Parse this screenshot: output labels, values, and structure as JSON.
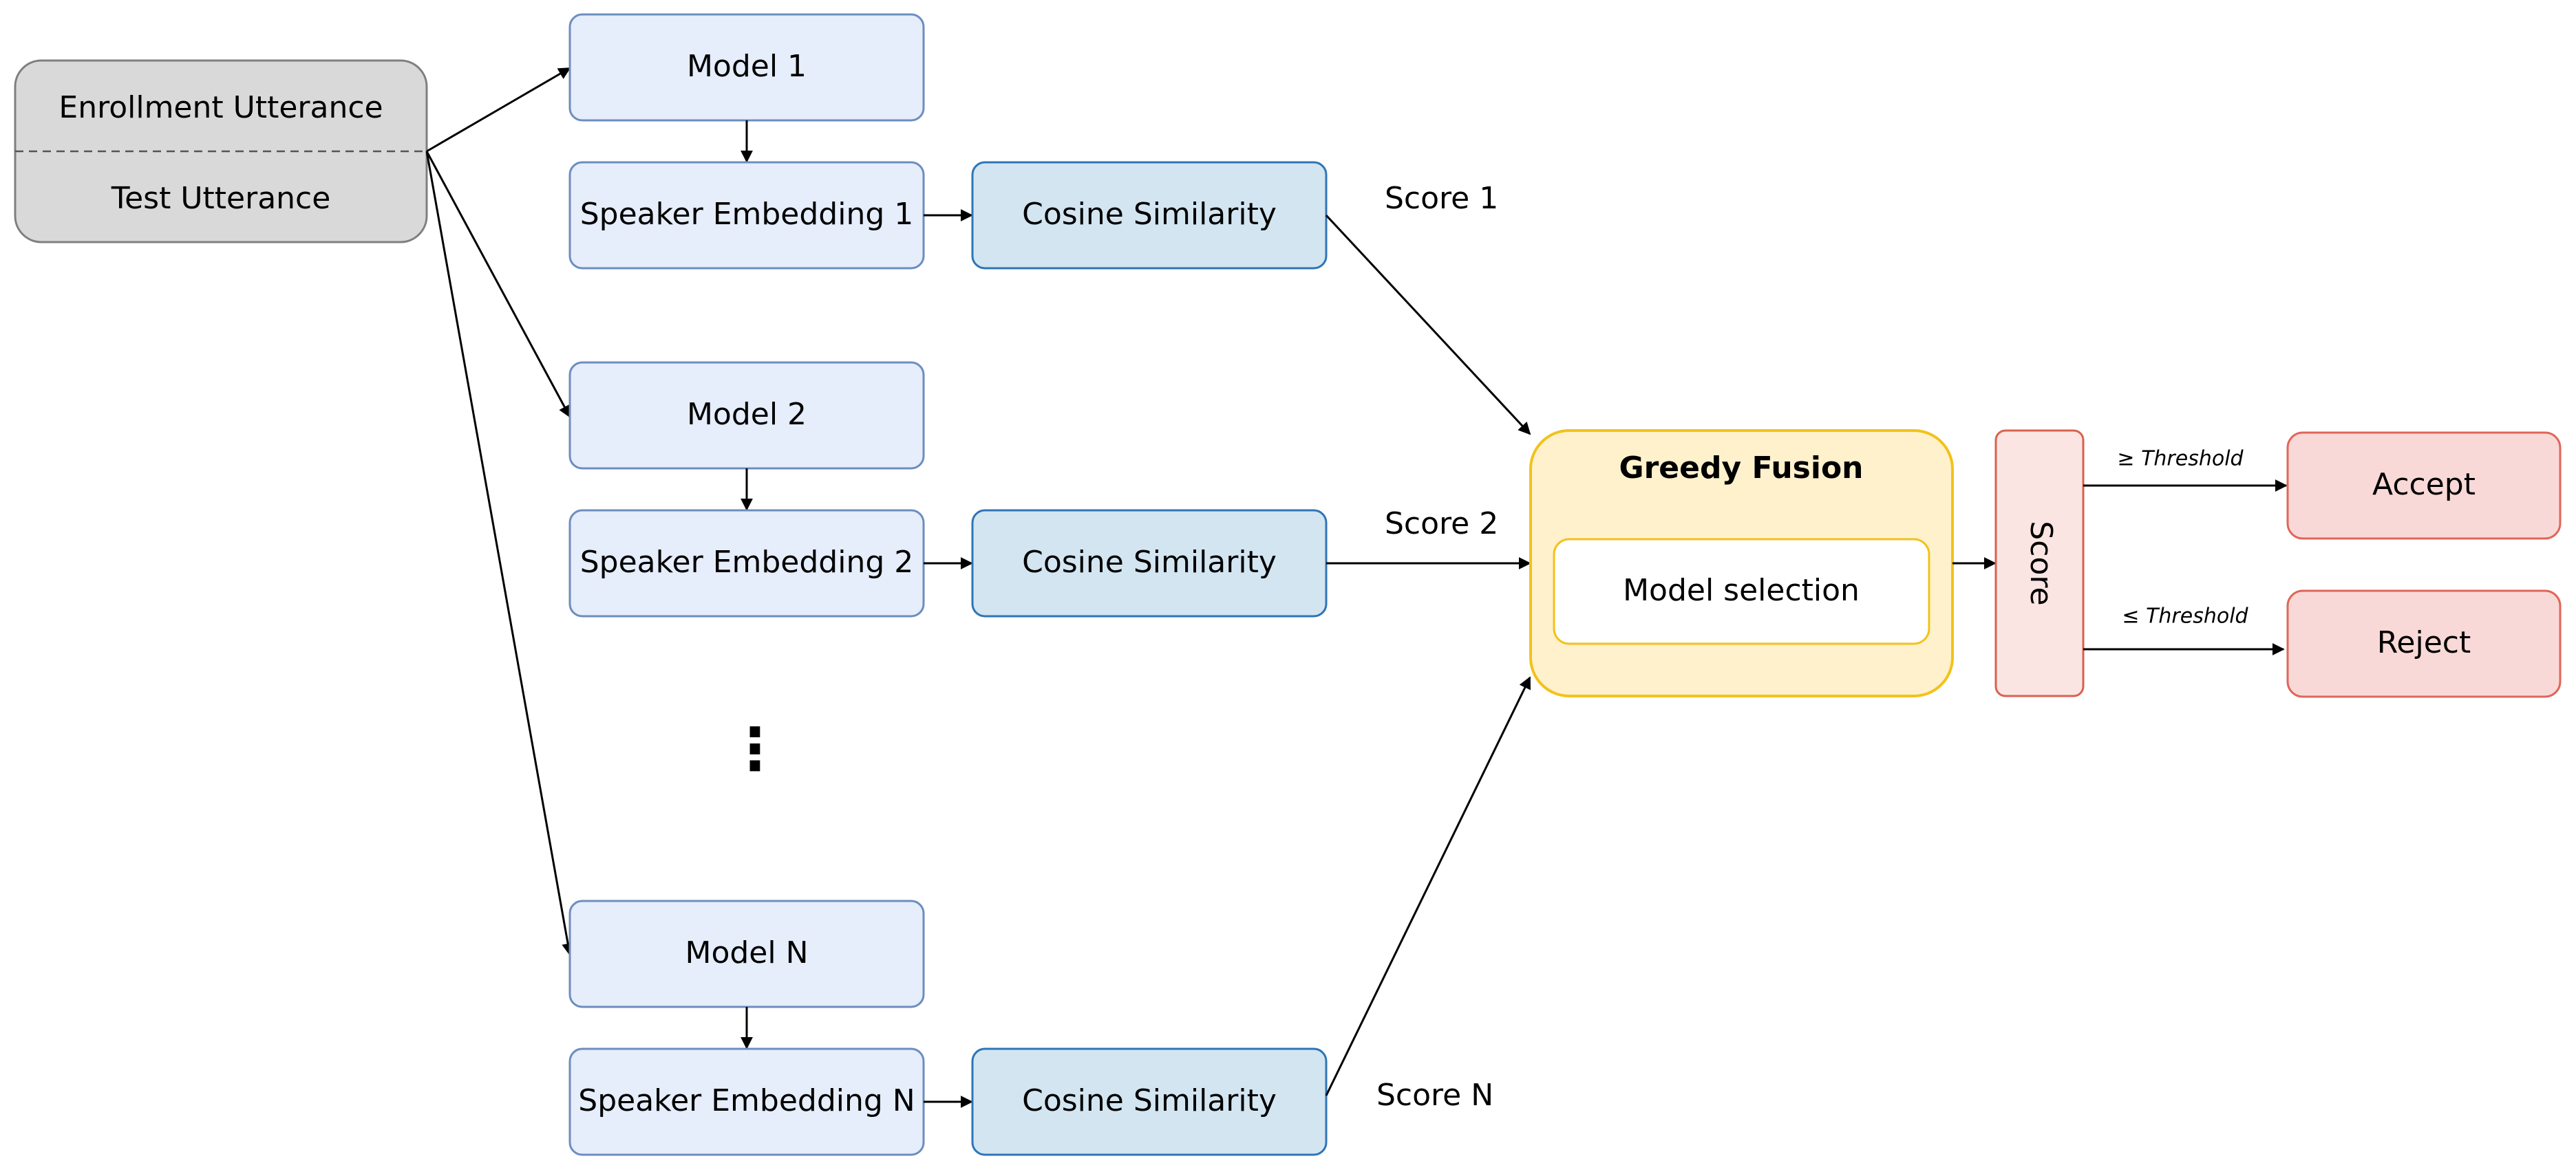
{
  "input": {
    "enrollment": "Enrollment Utterance",
    "test": "Test Utterance"
  },
  "branches": [
    {
      "model": "Model 1",
      "embedding": "Speaker Embedding 1",
      "similarity": "Cosine Similarity",
      "score": "Score 1"
    },
    {
      "model": "Model 2",
      "embedding": "Speaker Embedding 2",
      "similarity": "Cosine Similarity",
      "score": "Score 2"
    },
    {
      "model": "Model N",
      "embedding": "Speaker Embedding N",
      "similarity": "Cosine Similarity",
      "score": "Score N"
    }
  ],
  "ellipsis": "⋮",
  "fusion": {
    "title": "Greedy Fusion",
    "inner": "Model selection"
  },
  "score_box": "Score",
  "thresholds": {
    "above": "≥ Threshold",
    "below": "≤ Threshold"
  },
  "outcomes": {
    "accept": "Accept",
    "reject": "Reject"
  },
  "colors": {
    "input_fill": "#d9d9d9",
    "input_stroke": "#7f7f7f",
    "model_fill": "#e6edfb",
    "model_stroke": "#6c8ebf",
    "cosine_fill": "#d3e5f1",
    "cosine_stroke": "#2e75b6",
    "fusion_fill": "#fff1cc",
    "fusion_stroke": "#f2c21b",
    "score_fill": "#fbe5e3",
    "score_stroke": "#d9624f",
    "outcome_fill": "#f9d9d7",
    "outcome_stroke": "#e0655a"
  }
}
